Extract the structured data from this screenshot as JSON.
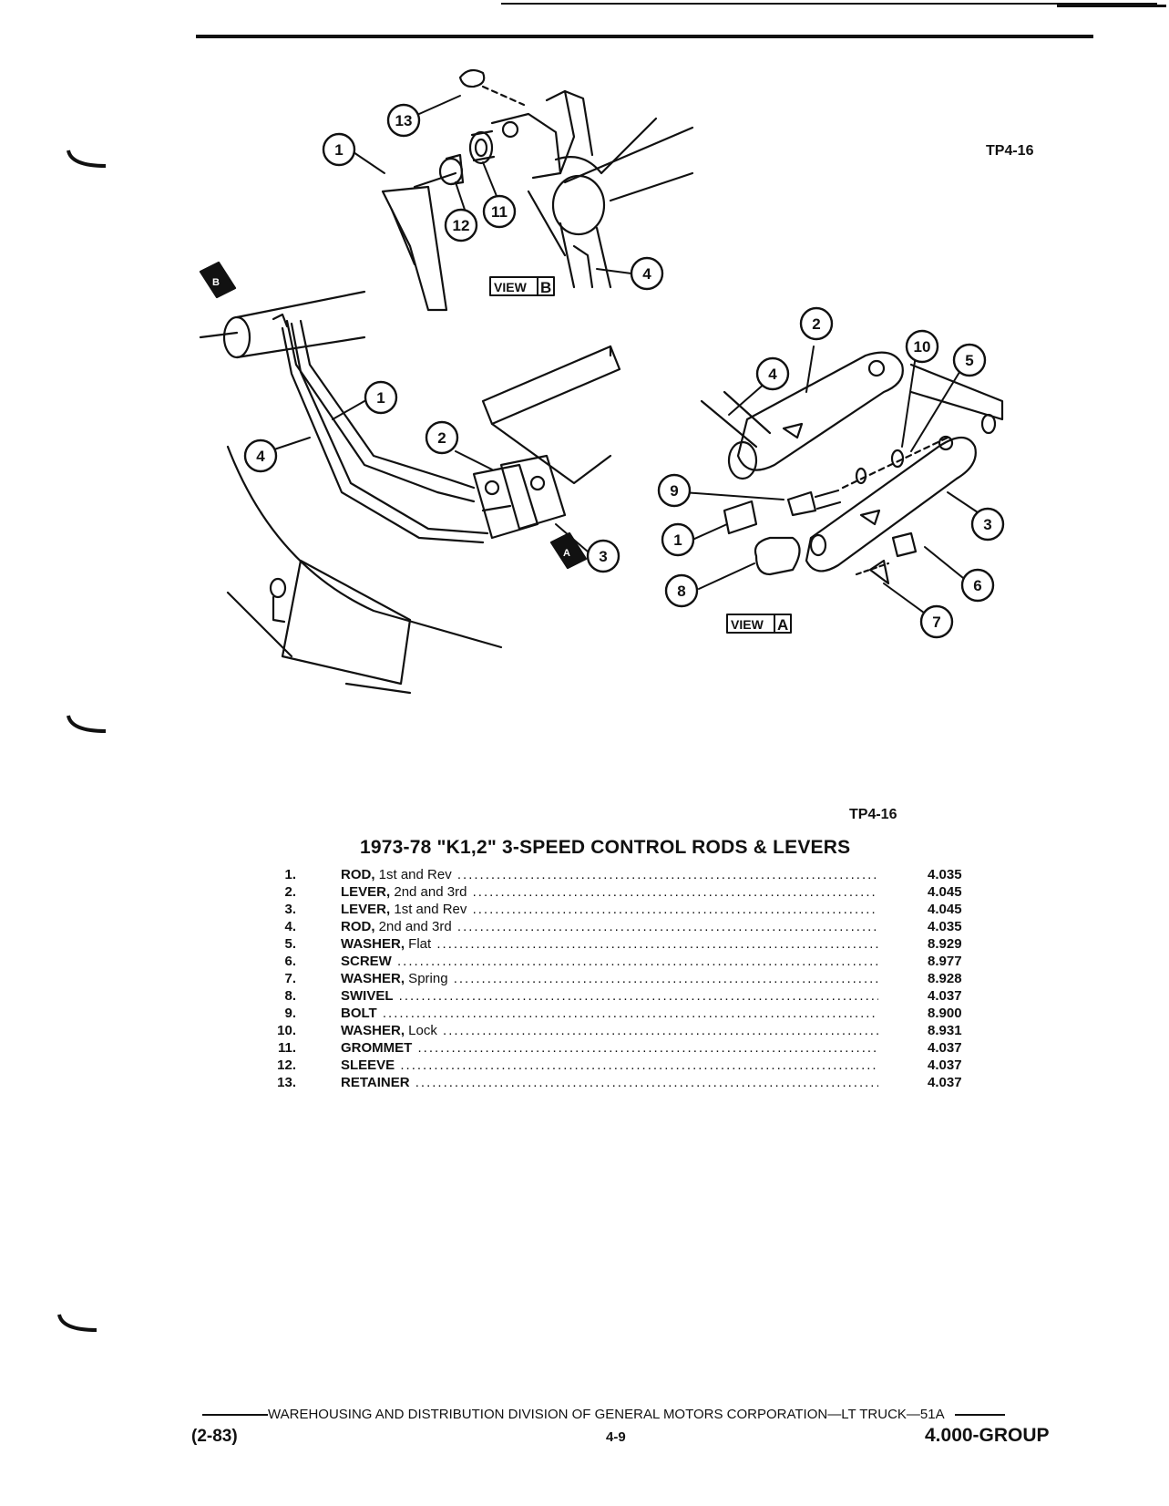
{
  "header": {
    "ref_code_top": "TP4-16",
    "ref_code_bottom": "TP4-16"
  },
  "illustration": {
    "callouts": [
      "1",
      "2",
      "3",
      "4",
      "5",
      "6",
      "7",
      "8",
      "9",
      "10",
      "11",
      "12",
      "13"
    ],
    "view_a_label": "VIEW",
    "view_a_letter": "A",
    "view_b_label": "VIEW",
    "view_b_letter": "B",
    "view_marker_a": "A",
    "view_marker_b": "B"
  },
  "parts_list": {
    "title": "1973-78 \"K1,2\" 3-SPEED CONTROL RODS & LEVERS",
    "items": [
      {
        "num": "1.",
        "name": "ROD,",
        "desc": " 1st and Rev",
        "group": "4.035"
      },
      {
        "num": "2.",
        "name": "LEVER,",
        "desc": " 2nd and 3rd",
        "group": "4.045"
      },
      {
        "num": "3.",
        "name": "LEVER,",
        "desc": " 1st and Rev",
        "group": "4.045"
      },
      {
        "num": "4.",
        "name": "ROD,",
        "desc": " 2nd and 3rd",
        "group": "4.035"
      },
      {
        "num": "5.",
        "name": "WASHER,",
        "desc": " Flat",
        "group": "8.929"
      },
      {
        "num": "6.",
        "name": "SCREW",
        "desc": "",
        "group": "8.977"
      },
      {
        "num": "7.",
        "name": "WASHER,",
        "desc": " Spring",
        "group": "8.928"
      },
      {
        "num": "8.",
        "name": "SWIVEL",
        "desc": "",
        "group": "4.037"
      },
      {
        "num": "9.",
        "name": "BOLT",
        "desc": "",
        "group": "8.900"
      },
      {
        "num": "10.",
        "name": "WASHER,",
        "desc": " Lock",
        "group": "8.931"
      },
      {
        "num": "11.",
        "name": "GROMMET",
        "desc": "",
        "group": "4.037"
      },
      {
        "num": "12.",
        "name": "SLEEVE",
        "desc": "",
        "group": "4.037"
      },
      {
        "num": "13.",
        "name": "RETAINER",
        "desc": "",
        "group": "4.037"
      }
    ]
  },
  "footer": {
    "publisher": "WAREHOUSING AND DISTRIBUTION  DIVISION OF GENERAL MOTORS CORPORATION—LT TRUCK—51A",
    "date": "(2-83)",
    "page": "4-9",
    "group": "4.000-GROUP"
  }
}
